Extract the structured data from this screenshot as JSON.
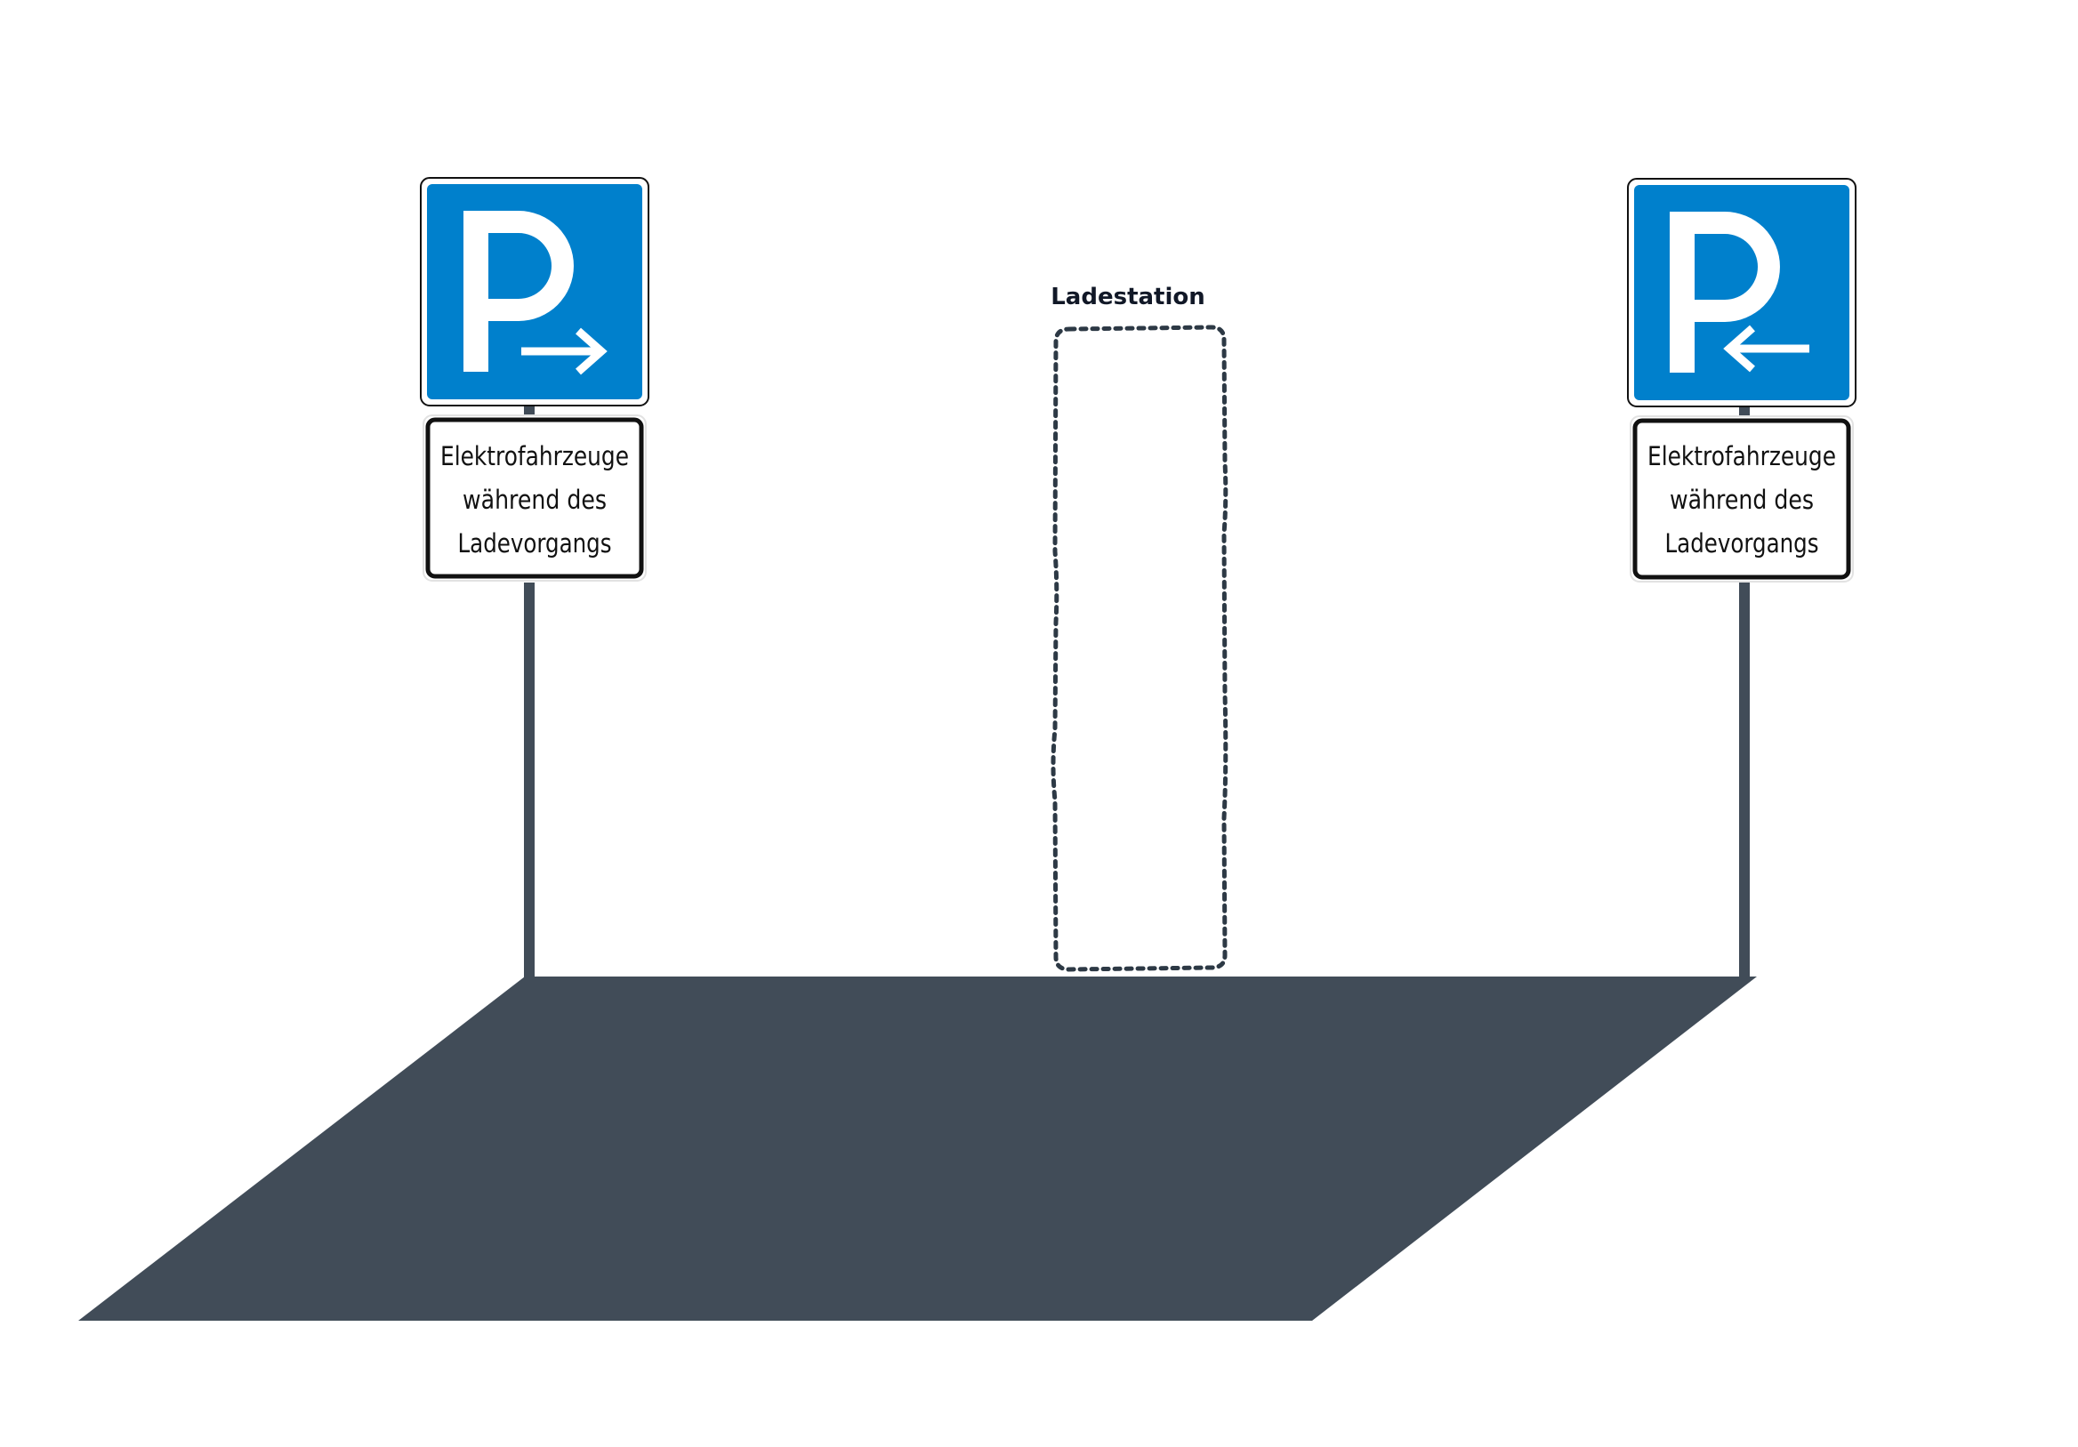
{
  "station": {
    "label": "Ladestation"
  },
  "signs": {
    "left": {
      "symbol": "P",
      "arrow": "right",
      "line1": "Elektrofahrzeuge",
      "line2": "während des",
      "line3": "Ladevorgangs"
    },
    "right": {
      "symbol": "P",
      "arrow": "left",
      "line1": "Elektrofahrzeuge",
      "line2": "während des",
      "line3": "Ladevorgangs"
    }
  },
  "colors": {
    "sign_blue": "#0080cc",
    "asphalt": "#414c58",
    "pole": "#414c58",
    "outline": "#2d3945",
    "text_dark": "#111111"
  },
  "icons": {
    "parking": "parking-sign-icon",
    "arrow_right": "arrow-right-icon",
    "arrow_left": "arrow-left-icon"
  }
}
